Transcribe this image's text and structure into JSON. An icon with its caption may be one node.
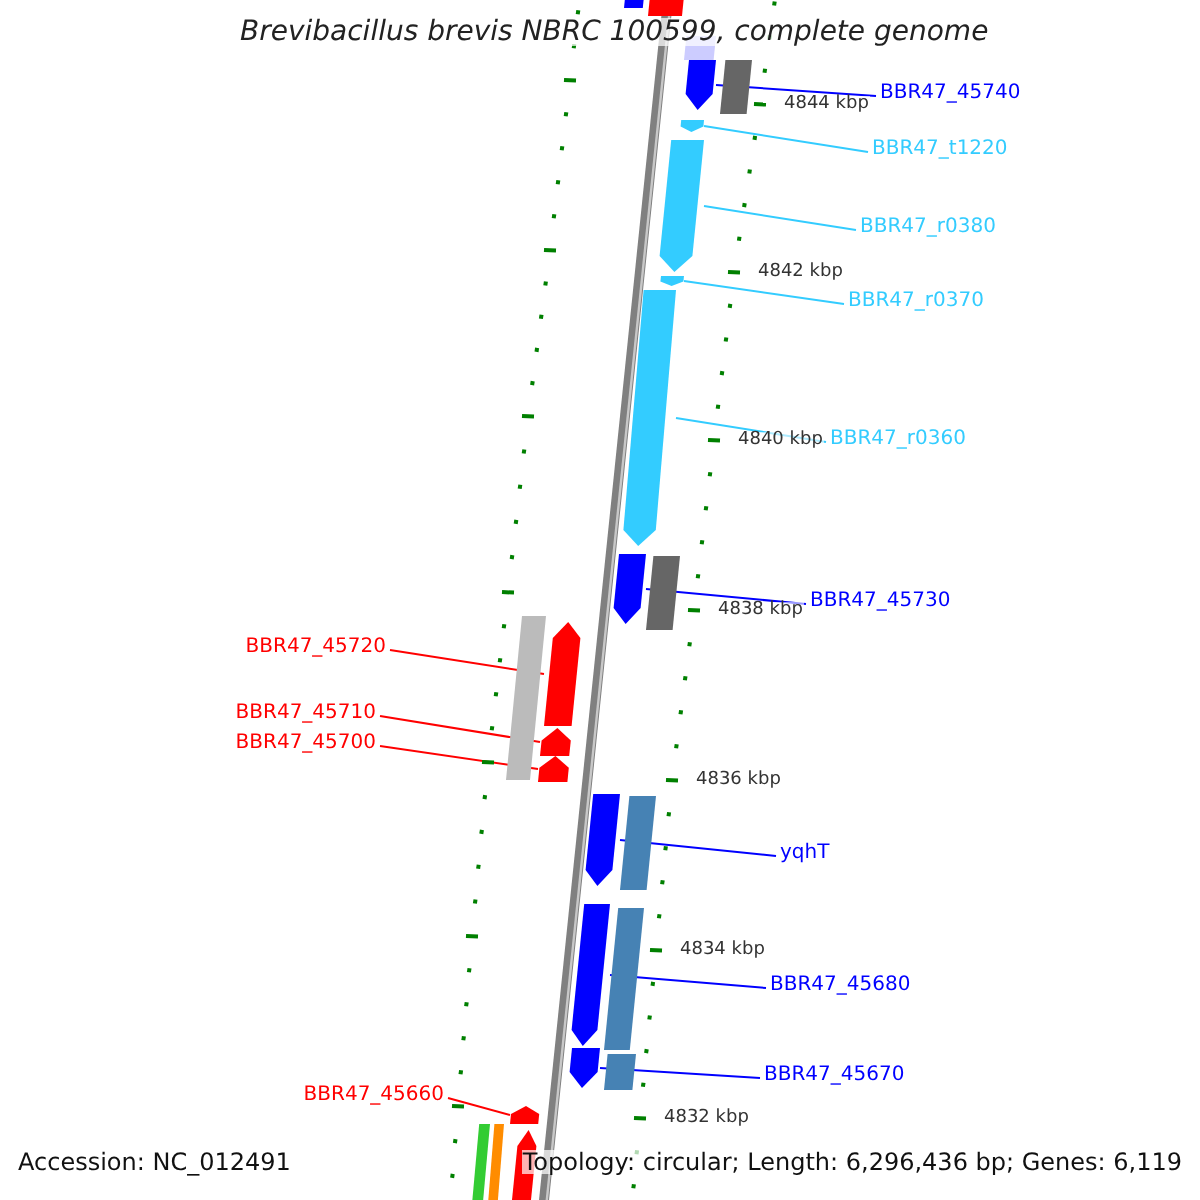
{
  "diagram": {
    "title": "Brevibacillus brevis NBRC 100599, complete genome",
    "nodes": [
      {
        "text": [
          "BBR47_45740"
        ]
      },
      {
        "text": [
          "BBR47_t1220"
        ]
      },
      {
        "text": [
          "BBR47_r0380"
        ]
      },
      {
        "text": [
          "BBR47_r0370"
        ]
      },
      {
        "text": [
          "BBR47_r0360"
        ]
      },
      {
        "text": [
          "BBR47_45730"
        ]
      },
      {
        "text": [
          "BBR47_45720"
        ]
      },
      {
        "text": [
          "BBR47_45710"
        ]
      },
      {
        "text": [
          "BBR47_45700"
        ]
      },
      {
        "text": [
          "yqhT"
        ]
      },
      {
        "text": [
          "BBR47_45680"
        ]
      },
      {
        "text": [
          "BBR47_45670"
        ]
      },
      {
        "text": [
          "BBR47_45660"
        ]
      },
      {
        "text": [],
        "shape": "bar"
      },
      {
        "text": [],
        "shape": "bar"
      },
      {
        "text": [],
        "shape": "bar"
      },
      {
        "text": [],
        "shape": "bar"
      },
      {
        "text": [],
        "shape": "bar"
      },
      {
        "text": [],
        "shape": "bar"
      },
      {
        "text": [],
        "shape": "bar"
      },
      {
        "text": [],
        "shape": "bar"
      },
      {
        "text": [],
        "shape": "bar"
      },
      {
        "text": [],
        "shape": "bar"
      },
      {
        "text": [],
        "shape": "bar"
      },
      {
        "text": [],
        "shape": "bar"
      },
      {
        "text": [],
        "shape": "bar"
      }
    ],
    "edges": [
      {
        "from": 0,
        "to": 13,
        "arrow": "none"
      },
      {
        "from": 1,
        "to": 14,
        "arrow": "none",
        "color": "#33ccff"
      },
      {
        "from": 2,
        "to": 15,
        "arrow": "none",
        "color": "#33ccff"
      },
      {
        "from": 3,
        "to": 16,
        "arrow": "none",
        "color": "#33ccff"
      },
      {
        "from": 4,
        "to": 17,
        "arrow": "none",
        "color": "#33ccff"
      },
      {
        "from": 5,
        "to": 18,
        "arrow": "none"
      },
      {
        "from": 6,
        "to": 19,
        "arrow": "none",
        "color": "#ff0000"
      },
      {
        "from": 7,
        "to": 20,
        "arrow": "none",
        "color": "#ff0000"
      },
      {
        "from": 8,
        "to": 21,
        "arrow": "none",
        "color": "#ff0000"
      },
      {
        "from": 9,
        "to": 22,
        "arrow": "none"
      },
      {
        "from": 10,
        "to": 23,
        "arrow": "none"
      },
      {
        "from": 11,
        "to": 24,
        "arrow": "none"
      },
      {
        "from": 12,
        "to": 25,
        "arrow": "none",
        "color": "#ff0000"
      }
    ],
    "labels": [
      "4844 kbp",
      "4842 kbp",
      "4840 kbp",
      "4838 kbp",
      "4836 kbp",
      "4834 kbp",
      "4832 kbp",
      "Accession: NC_012491",
      "Topology: circular; Length: 6,296,436 bp; Genes: 6,119"
    ]
  }
}
